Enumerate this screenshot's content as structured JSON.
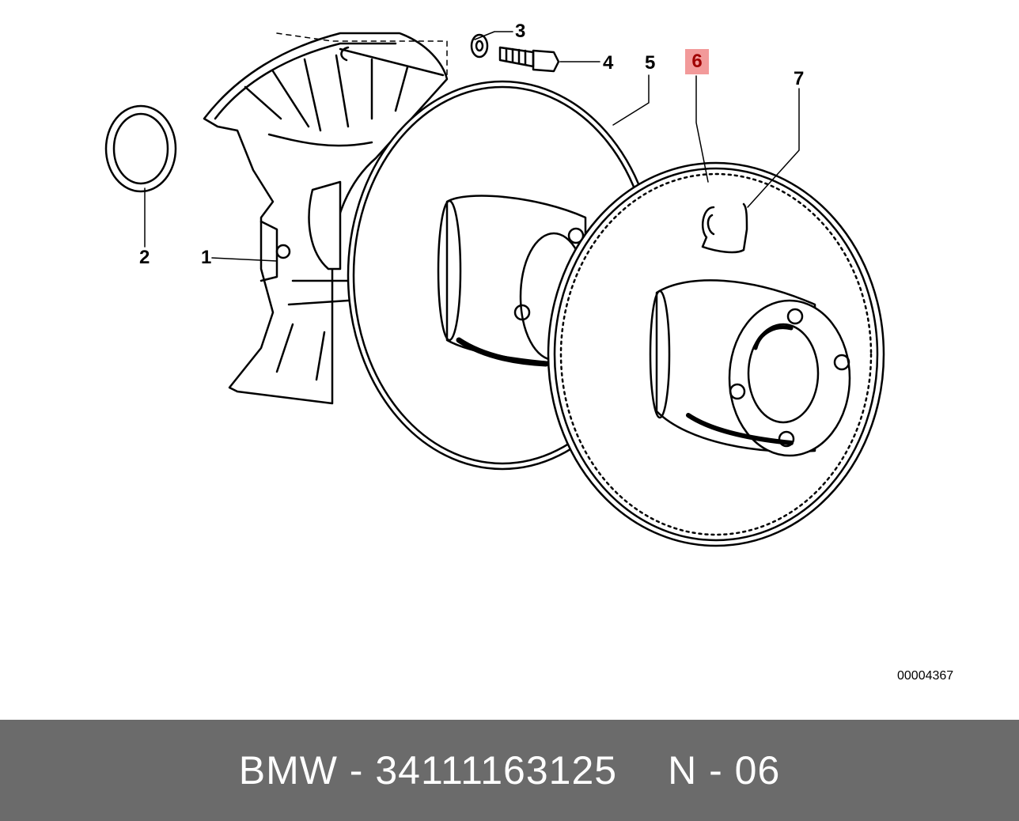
{
  "callouts": {
    "c1": "1",
    "c2": "2",
    "c3": "3",
    "c4": "4",
    "c5": "5",
    "c6": "6",
    "c7": "7"
  },
  "highlight_color": "#f29a9a",
  "reference_code": "00004367",
  "footer": {
    "brand_part": "BMW - 34111163125",
    "position_code": "N - 06",
    "background": "#6b6b6b"
  }
}
